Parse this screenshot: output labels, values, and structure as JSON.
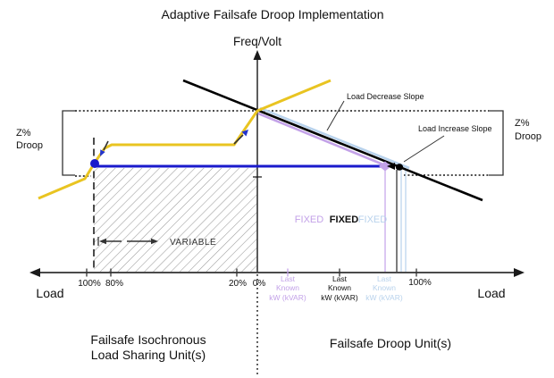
{
  "title": "Adaptive Failsafe Droop Implementation",
  "axis": {
    "y_label": "Freq/Volt",
    "x_label_left": "Load",
    "x_label_right": "Load"
  },
  "droop_bracket_left": {
    "line1": "Z%",
    "line2": "Droop"
  },
  "droop_bracket_right": {
    "line1": "Z%",
    "line2": "Droop"
  },
  "annotations": {
    "load_decrease_slope": "Load Decrease Slope",
    "load_increase_slope": "Load Increase Slope",
    "variable": "VARIABLE",
    "fixed_purple": "FIXED",
    "fixed_black": "FIXED",
    "fixed_lightblue": "FIXED"
  },
  "x_ticks_left": {
    "p100": "100%",
    "p80": "80%",
    "p20": "20%",
    "p0": "0%"
  },
  "x_ticks_right": {
    "last_known_purple": [
      "Last",
      "Known",
      "kW (kVAR)"
    ],
    "last_known_black": [
      "Last",
      "Known",
      "kW (kVAR)"
    ],
    "last_known_lightblue": [
      "Last",
      "Known",
      "kW (kVAR)"
    ],
    "p100": "100%"
  },
  "captions": {
    "left_line1": "Failsafe Isochronous",
    "left_line2": "Load Sharing Unit(s)",
    "right": "Failsafe Droop Unit(s)"
  },
  "colors": {
    "yellow_curve": "#E9C421",
    "blue_line": "#1A1ACC",
    "violet_line": "#C3A2E8",
    "light_blue_line": "#B8D2EC",
    "black_line": "#000000",
    "axis_gray": "#4A4A4A",
    "hatch_gray": "#9A9A9A",
    "arrowhead_blue": "#2233CC"
  }
}
